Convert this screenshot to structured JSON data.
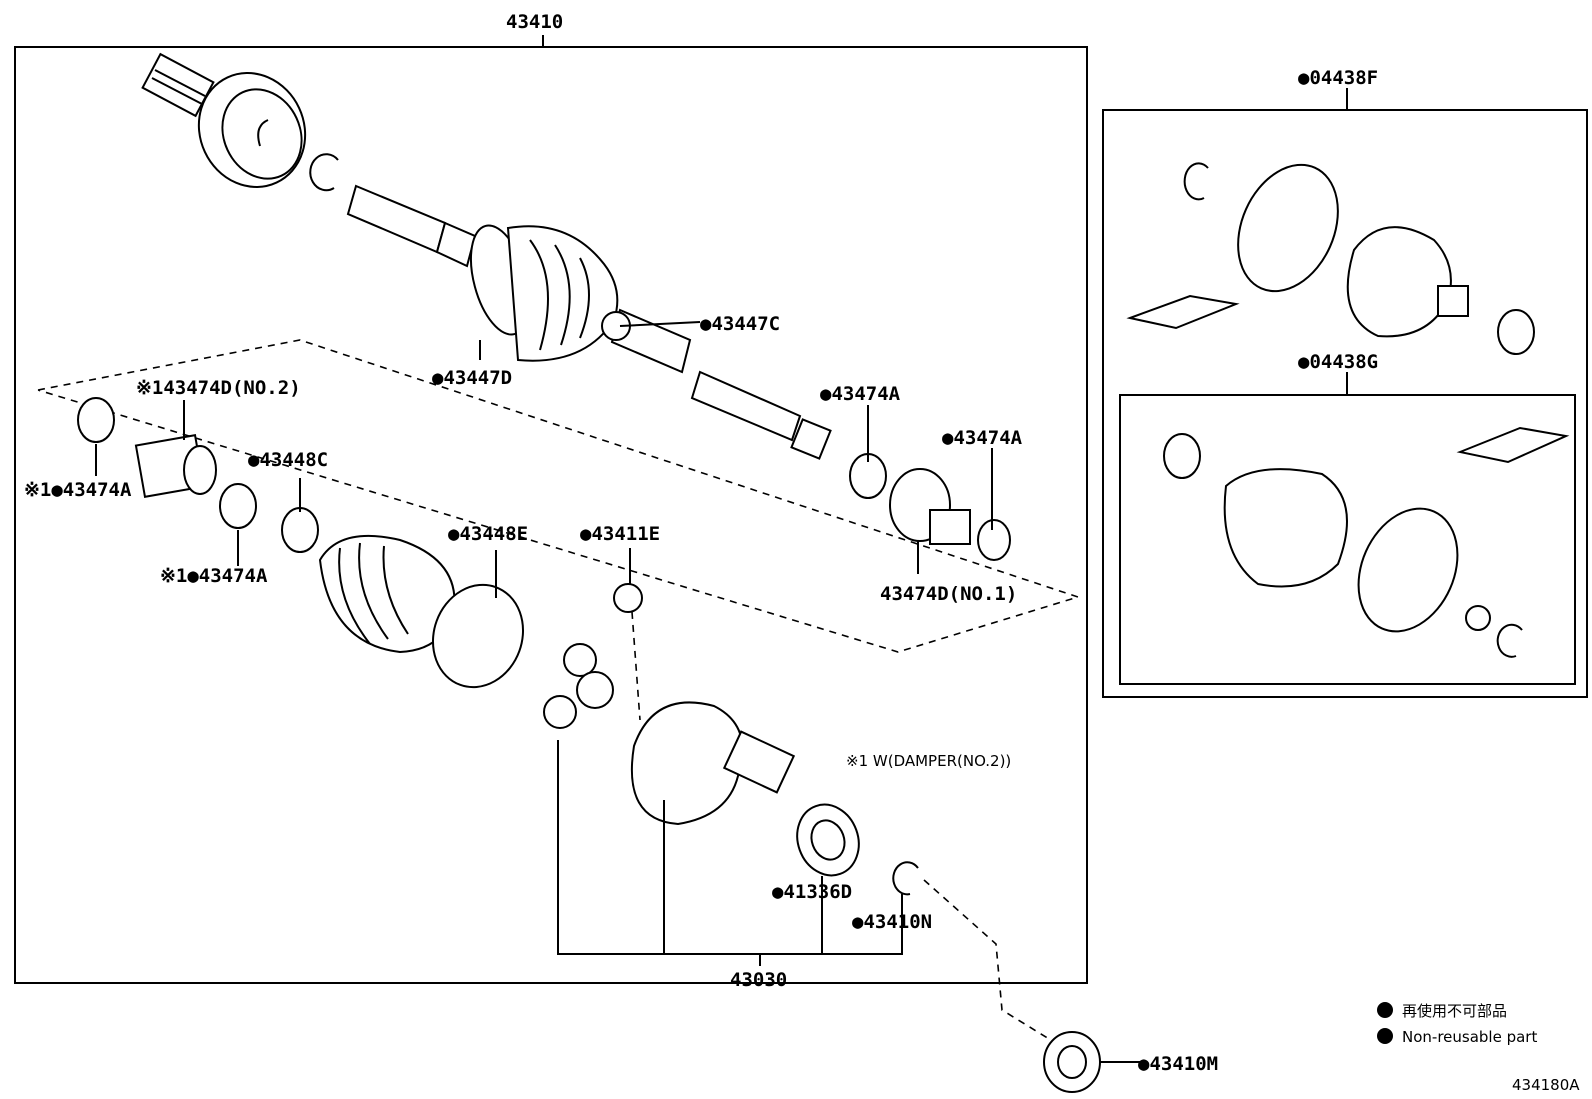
{
  "labels": {
    "assembly_main": "43410",
    "k04438f": "●04438F",
    "k04438g": "●04438G",
    "p43447c": "●43447C",
    "p43447d": "●43447D",
    "p43474a_upper": "●43474A",
    "p43474a_right": "●43474A",
    "p43474d_no2": "※143474D(NO.2)",
    "p43448c": "●43448C",
    "p43474a_left": "※1●43474A",
    "p43474a_lower": "※1●43474A",
    "p43448e": "●43448E",
    "p43411e": "●43411E",
    "p43474d_no1": "43474D(NO.1)",
    "note_damper": "※1 W(DAMPER(NO.2))",
    "p41336d": "●41336D",
    "p43410n": "●43410N",
    "p43030": "43030",
    "p43410m": "●43410M",
    "legend_jp": "再使用不可部品",
    "legend_en": "Non-reusable part",
    "figure_id": "434180A"
  }
}
